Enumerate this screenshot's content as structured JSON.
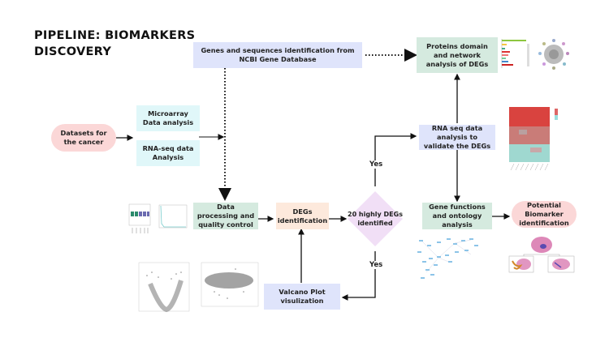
{
  "title": {
    "line1": "PIPELINE: BIOMARKERS",
    "line2": "DISCOVERY"
  },
  "nodes": {
    "ncbi": "Genes and sequences identification from NCBI Gene Database",
    "proteins": "Proteins domain and network analysis of DEGs",
    "datasets": "Datasets for the cancer",
    "microarray": "Microarray Data analysis",
    "rnaseq_analysis": "RNA-seq data Analysis",
    "rnaseq_validate": "RNA seq data analysis to validate the DEGs",
    "data_processing": "Data processing and quality control",
    "degs": "DEGs identification",
    "decision": "20 highly DEGs identified",
    "gene_functions": "Gene functions and ontology analysis",
    "biomarker": "Potential Biomarker identification",
    "volcano": "Valcano Plot visulization"
  },
  "edge_labels": {
    "yes_up": "Yes",
    "yes_down": "Yes"
  },
  "colors": {
    "blue_box": "#dfe4fb",
    "cyan_box": "#e0f7f9",
    "green_box": "#d5eadf",
    "peach_box": "#fde9dc",
    "pink_box": "#fbd7d7",
    "diamond": "#f1dff6",
    "line": "#111111"
  },
  "thumbnails": [
    "bar-chart-and-network-thumbnail",
    "heatmap-thumbnail",
    "boxplot-thumbnail",
    "line-plot-thumbnail",
    "gene-network-thumbnail",
    "protein-structure-thumbnail",
    "volcano-plot-thumbnail",
    "ma-plot-thumbnail"
  ]
}
